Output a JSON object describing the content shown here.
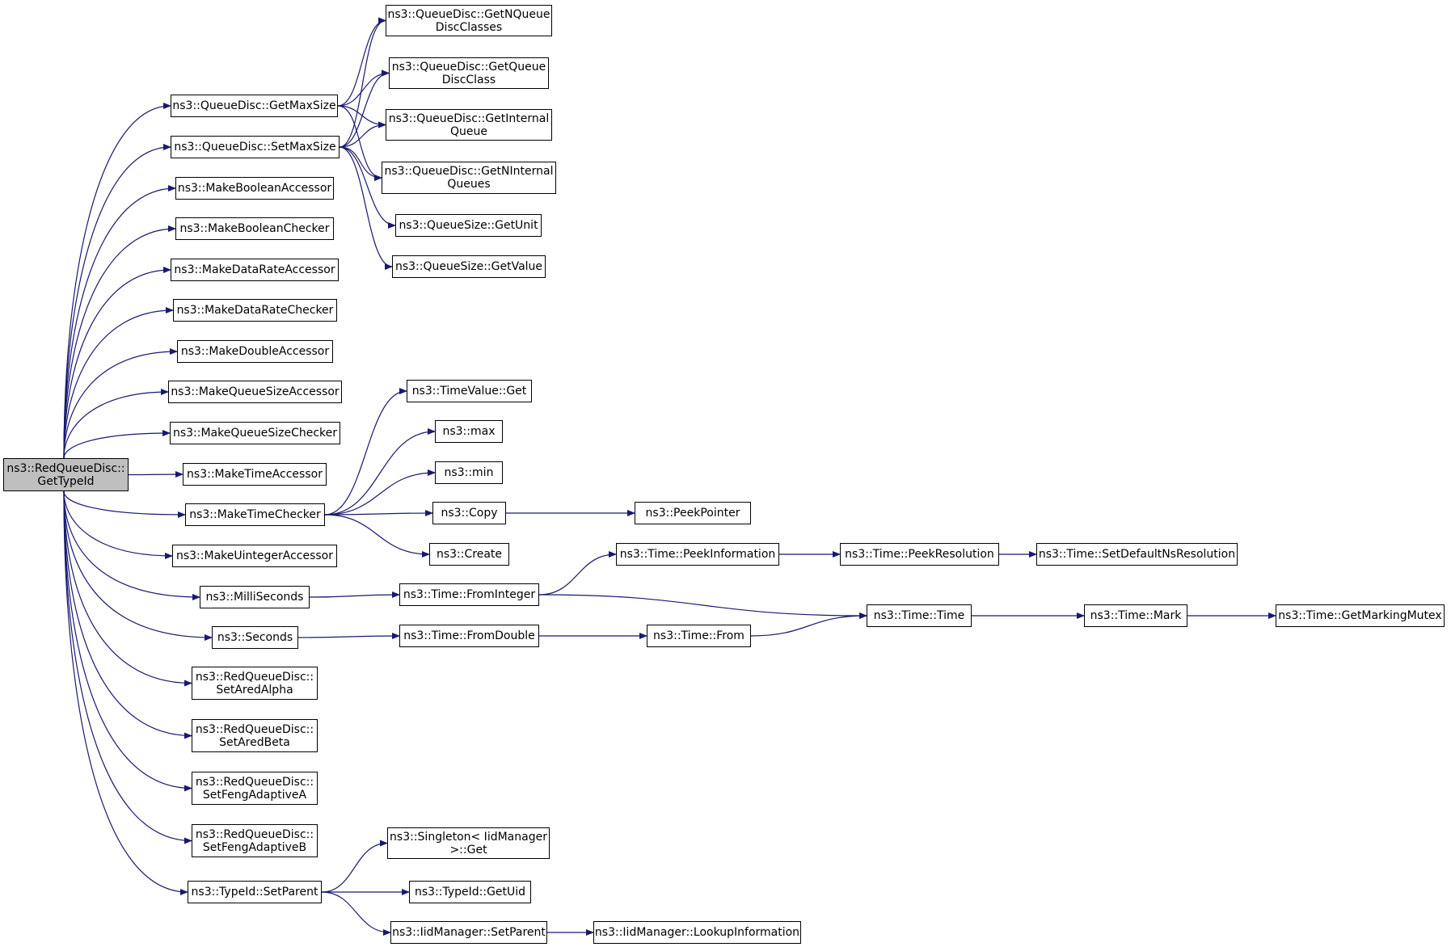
{
  "nodes": [
    {
      "id": "root",
      "label": "ns3::RedQueueDisc::\nGetTypeId",
      "root": true
    },
    {
      "id": "n_getmaxsize",
      "label": "ns3::QueueDisc::GetMaxSize"
    },
    {
      "id": "n_setmaxsize",
      "label": "ns3::QueueDisc::SetMaxSize"
    },
    {
      "id": "n_mkboolacc",
      "label": "ns3::MakeBooleanAccessor"
    },
    {
      "id": "n_mkboolchk",
      "label": "ns3::MakeBooleanChecker"
    },
    {
      "id": "n_mkdracc",
      "label": "ns3::MakeDataRateAccessor"
    },
    {
      "id": "n_mkdrchk",
      "label": "ns3::MakeDataRateChecker"
    },
    {
      "id": "n_mkdblacc",
      "label": "ns3::MakeDoubleAccessor"
    },
    {
      "id": "n_mkqsacc",
      "label": "ns3::MakeQueueSizeAccessor"
    },
    {
      "id": "n_mkqschk",
      "label": "ns3::MakeQueueSizeChecker"
    },
    {
      "id": "n_mktimeacc",
      "label": "ns3::MakeTimeAccessor"
    },
    {
      "id": "n_mktimechk",
      "label": "ns3::MakeTimeChecker"
    },
    {
      "id": "n_mkuintacc",
      "label": "ns3::MakeUintegerAccessor"
    },
    {
      "id": "n_millis",
      "label": "ns3::MilliSeconds"
    },
    {
      "id": "n_seconds",
      "label": "ns3::Seconds"
    },
    {
      "id": "n_setaredalpha",
      "label": "ns3::RedQueueDisc::\nSetAredAlpha"
    },
    {
      "id": "n_setaredbeta",
      "label": "ns3::RedQueueDisc::\nSetAredBeta"
    },
    {
      "id": "n_setfenga",
      "label": "ns3::RedQueueDisc::\nSetFengAdaptiveA"
    },
    {
      "id": "n_setfengb",
      "label": "ns3::RedQueueDisc::\nSetFengAdaptiveB"
    },
    {
      "id": "n_setparent",
      "label": "ns3::TypeId::SetParent"
    },
    {
      "id": "n_getnqdc",
      "label": "ns3::QueueDisc::GetNQueue\nDiscClasses"
    },
    {
      "id": "n_getqdc",
      "label": "ns3::QueueDisc::GetQueue\nDiscClass"
    },
    {
      "id": "n_getiq",
      "label": "ns3::QueueDisc::GetInternal\nQueue"
    },
    {
      "id": "n_getniq",
      "label": "ns3::QueueDisc::GetNInternal\nQueues"
    },
    {
      "id": "n_qsunit",
      "label": "ns3::QueueSize::GetUnit"
    },
    {
      "id": "n_qsvalue",
      "label": "ns3::QueueSize::GetValue"
    },
    {
      "id": "n_tvget",
      "label": "ns3::TimeValue::Get"
    },
    {
      "id": "n_max",
      "label": "ns3::max"
    },
    {
      "id": "n_min",
      "label": "ns3::min"
    },
    {
      "id": "n_copy",
      "label": "ns3::Copy"
    },
    {
      "id": "n_create",
      "label": "ns3::Create"
    },
    {
      "id": "n_peekptr",
      "label": "ns3::PeekPointer"
    },
    {
      "id": "n_fromint",
      "label": "ns3::Time::FromInteger"
    },
    {
      "id": "n_fromdbl",
      "label": "ns3::Time::FromDouble"
    },
    {
      "id": "n_peekinfo",
      "label": "ns3::Time::PeekInformation"
    },
    {
      "id": "n_peekres",
      "label": "ns3::Time::PeekResolution"
    },
    {
      "id": "n_setdefres",
      "label": "ns3::Time::SetDefaultNsResolution"
    },
    {
      "id": "n_timetime",
      "label": "ns3::Time::Time"
    },
    {
      "id": "n_timemark",
      "label": "ns3::Time::Mark"
    },
    {
      "id": "n_getmarkmutex",
      "label": "ns3::Time::GetMarkingMutex"
    },
    {
      "id": "n_timefrom",
      "label": "ns3::Time::From"
    },
    {
      "id": "n_singget",
      "label": "ns3::Singleton< IidManager\n>::Get"
    },
    {
      "id": "n_getuid",
      "label": "ns3::TypeId::GetUid"
    },
    {
      "id": "n_iidsetparent",
      "label": "ns3::IidManager::SetParent"
    },
    {
      "id": "n_lookupinfo",
      "label": "ns3::IidManager::LookupInformation"
    }
  ],
  "edges": [
    {
      "from": "root",
      "to": "n_getmaxsize"
    },
    {
      "from": "root",
      "to": "n_setmaxsize"
    },
    {
      "from": "root",
      "to": "n_mkboolacc"
    },
    {
      "from": "root",
      "to": "n_mkboolchk"
    },
    {
      "from": "root",
      "to": "n_mkdracc"
    },
    {
      "from": "root",
      "to": "n_mkdrchk"
    },
    {
      "from": "root",
      "to": "n_mkdblacc"
    },
    {
      "from": "root",
      "to": "n_mkqsacc"
    },
    {
      "from": "root",
      "to": "n_mkqschk"
    },
    {
      "from": "root",
      "to": "n_mktimeacc"
    },
    {
      "from": "root",
      "to": "n_mktimechk"
    },
    {
      "from": "root",
      "to": "n_mkuintacc"
    },
    {
      "from": "root",
      "to": "n_millis"
    },
    {
      "from": "root",
      "to": "n_seconds"
    },
    {
      "from": "root",
      "to": "n_setaredalpha"
    },
    {
      "from": "root",
      "to": "n_setaredbeta"
    },
    {
      "from": "root",
      "to": "n_setfenga"
    },
    {
      "from": "root",
      "to": "n_setfengb"
    },
    {
      "from": "root",
      "to": "n_setparent"
    },
    {
      "from": "n_getmaxsize",
      "to": "n_getnqdc"
    },
    {
      "from": "n_getmaxsize",
      "to": "n_getqdc"
    },
    {
      "from": "n_getmaxsize",
      "to": "n_getiq"
    },
    {
      "from": "n_getmaxsize",
      "to": "n_getniq"
    },
    {
      "from": "n_setmaxsize",
      "to": "n_getnqdc"
    },
    {
      "from": "n_setmaxsize",
      "to": "n_getqdc"
    },
    {
      "from": "n_setmaxsize",
      "to": "n_getiq"
    },
    {
      "from": "n_setmaxsize",
      "to": "n_getniq"
    },
    {
      "from": "n_setmaxsize",
      "to": "n_qsunit"
    },
    {
      "from": "n_setmaxsize",
      "to": "n_qsvalue"
    },
    {
      "from": "n_mktimechk",
      "to": "n_tvget"
    },
    {
      "from": "n_mktimechk",
      "to": "n_max"
    },
    {
      "from": "n_mktimechk",
      "to": "n_min"
    },
    {
      "from": "n_mktimechk",
      "to": "n_copy"
    },
    {
      "from": "n_mktimechk",
      "to": "n_create"
    },
    {
      "from": "n_copy",
      "to": "n_peekptr"
    },
    {
      "from": "n_millis",
      "to": "n_fromint"
    },
    {
      "from": "n_seconds",
      "to": "n_fromdbl"
    },
    {
      "from": "n_fromint",
      "to": "n_peekinfo"
    },
    {
      "from": "n_fromint",
      "to": "n_timetime"
    },
    {
      "from": "n_peekinfo",
      "to": "n_peekres"
    },
    {
      "from": "n_peekres",
      "to": "n_setdefres"
    },
    {
      "from": "n_fromdbl",
      "to": "n_timefrom"
    },
    {
      "from": "n_timefrom",
      "to": "n_timetime"
    },
    {
      "from": "n_timetime",
      "to": "n_timemark"
    },
    {
      "from": "n_timemark",
      "to": "n_getmarkmutex"
    },
    {
      "from": "n_setparent",
      "to": "n_singget"
    },
    {
      "from": "n_setparent",
      "to": "n_getuid"
    },
    {
      "from": "n_setparent",
      "to": "n_iidsetparent"
    },
    {
      "from": "n_iidsetparent",
      "to": "n_lookupinfo"
    }
  ],
  "colors": {
    "edge": "#191970",
    "node_border": "#000000",
    "node_fill": "#ffffff",
    "root_fill": "#bfbfbf"
  }
}
